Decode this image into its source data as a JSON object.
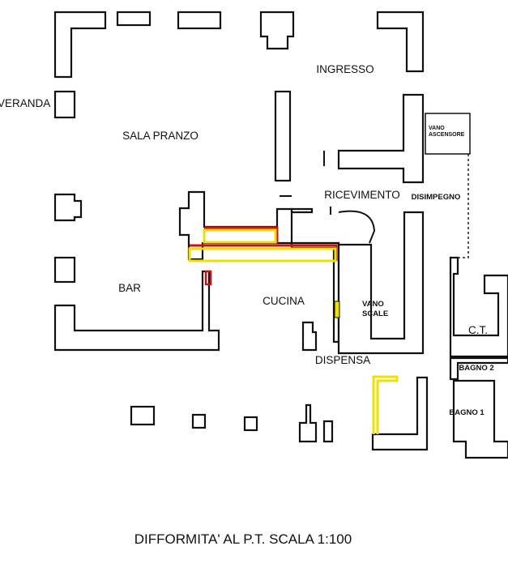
{
  "plan": {
    "rooms": {
      "ingresso": "INGRESSO",
      "veranda": "VERANDA",
      "sala_pranzo": "SALA PRANZO",
      "ricevimento": "RICEVIMENTO",
      "disimpegno": "DISIMPEGNO",
      "vano_ascensore_1": "VANO",
      "vano_ascensore_2": "ASCENSORE",
      "bar": "BAR",
      "cucina": "CUCINA",
      "vano_scale_1": "VANO",
      "vano_scale_2": "SCALE",
      "ct": "C.T.",
      "dispensa": "DISPENSA",
      "bagno2": "BAGNO 2",
      "bagno1": "BAGNO 1"
    },
    "title": "DIFFORMITA' AL P.T. SCALA 1:100",
    "colors": {
      "walls": "#111111",
      "demolition": "#d01010",
      "construction": "#f0e000"
    }
  }
}
